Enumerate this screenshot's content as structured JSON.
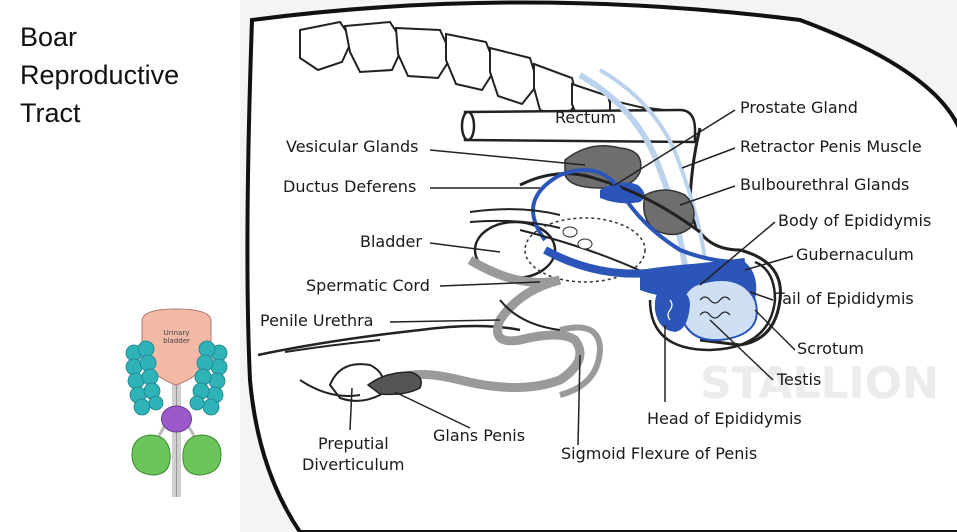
{
  "title": {
    "line1": "Boar",
    "line2": "Reproductive",
    "line3": "Tract"
  },
  "inset": {
    "bladder_label_1": "Urinary",
    "bladder_label_2": "bladder"
  },
  "labels": {
    "rectum": "Rectum",
    "prostate_gland": "Prostate Gland",
    "vesicular_glands": "Vesicular Glands",
    "retractor_penis_muscle": "Retractor Penis Muscle",
    "ductus_deferens": "Ductus Deferens",
    "bulbourethral_glands": "Bulbourethral Glands",
    "body_of_epididymis": "Body of Epididymis",
    "bladder": "Bladder",
    "gubernaculum": "Gubernaculum",
    "spermatic_cord": "Spermatic Cord",
    "tail_of_epididymis": "Tail of Epididymis",
    "penile_urethra": "Penile Urethra",
    "scrotum": "Scrotum",
    "testis": "Testis",
    "head_of_epididymis": "Head of Epididymis",
    "preputial_diverticulum_1": "Preputial",
    "preputial_diverticulum_2": "Diverticulum",
    "glans_penis": "Glans Penis",
    "sigmoid_flexure": "Sigmoid Flexure of Penis"
  },
  "colors": {
    "gland_gray": "#6e6e6e",
    "duct_blue": "#2b55b8",
    "epididymis_light_blue": "#cfe0f4",
    "urethra_gray": "#9a9a9a",
    "inset_bladder": "#f2b9a6",
    "inset_vesicular": "#2fb3b8",
    "inset_prostate": "#9b59c9",
    "inset_bulbourethral": "#6cc55a"
  }
}
